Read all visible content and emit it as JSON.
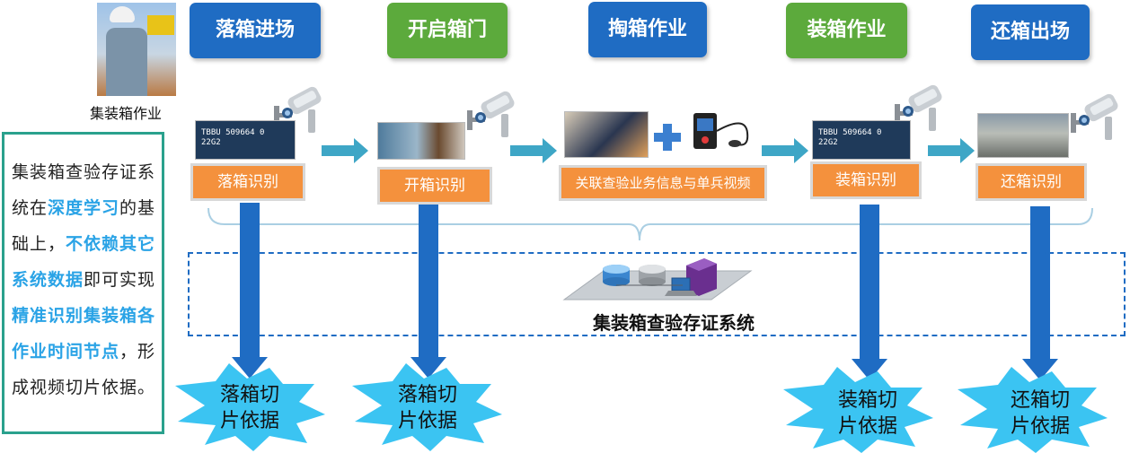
{
  "stages": [
    {
      "label": "落箱进场"
    },
    {
      "label": "开启箱门"
    },
    {
      "label": "掏箱作业"
    },
    {
      "label": "装箱作业"
    },
    {
      "label": "还箱出场"
    }
  ],
  "worker_label": "集装箱作业",
  "recognition": [
    {
      "label": "落箱识别"
    },
    {
      "label": "开箱识别"
    },
    {
      "label": "关联查验业务信息与单兵视频"
    },
    {
      "label": "装箱识别"
    },
    {
      "label": "还箱识别"
    }
  ],
  "plates": [
    {
      "line1": "TBBU 509664 0",
      "line2": "22G2"
    },
    {
      "line1": "TBBU 509664 0",
      "line2": "22G2"
    }
  ],
  "description": {
    "t1": "集装箱查验存证系统在",
    "h1": "深度学习",
    "t2": "的基础上，",
    "h2": "不依赖其它系统数据",
    "t3": "即可实现",
    "h3": "精准识别集装箱各作业时间节点",
    "t4": "，形成视频切片依据。"
  },
  "system_label": "集装箱查验存证系统",
  "slices": [
    {
      "line1": "落箱切",
      "line2": "片依据"
    },
    {
      "line1": "落箱切",
      "line2": "片依据"
    },
    {
      "line1": "装箱切",
      "line2": "片依据"
    },
    {
      "line1": "还箱切",
      "line2": "片依据"
    }
  ],
  "colors": {
    "stage_blue": "#1f6cc3",
    "stage_green": "#5caa3c",
    "recognition_orange": "#f4913d",
    "arrow_teal": "#3ea6c6",
    "highlight": "#2aa3e6",
    "slice_star": "#3bc4f2"
  },
  "icons": [
    "worker-photo",
    "cctv-camera-icon",
    "plus-icon",
    "body-camera-icon",
    "database-icon",
    "server-icon",
    "laptop-icon"
  ]
}
